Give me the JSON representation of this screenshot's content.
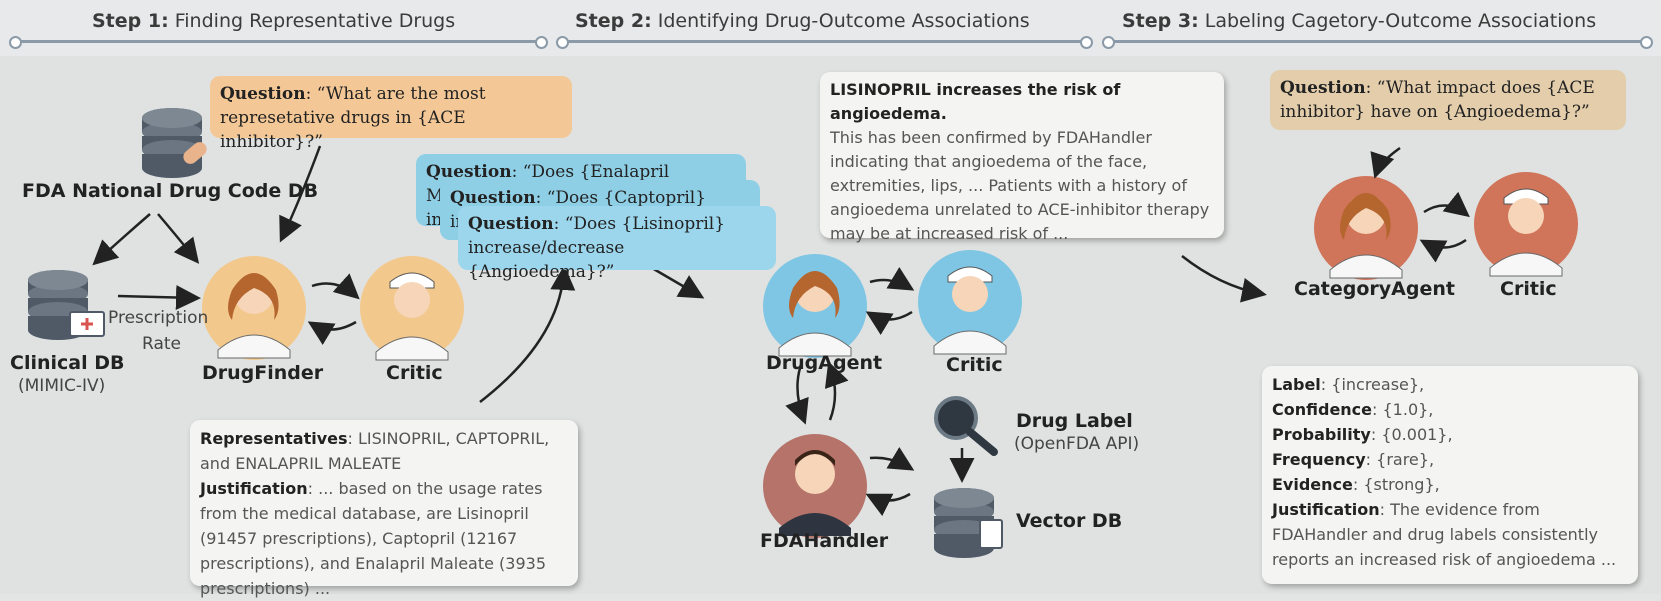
{
  "steps": [
    {
      "num": "Step 1:",
      "title": "Finding Representative Drugs"
    },
    {
      "num": "Step 2:",
      "title": "Identifying Drug-Outcome Associations"
    },
    {
      "num": "Step 3:",
      "title": "Labeling Cagetory-Outcome Associations"
    }
  ],
  "step1": {
    "question_label": "Question",
    "question_text": ": “What are the most represetative drugs in {ACE inhibitor}?”",
    "fda_db": "FDA National Drug Code DB",
    "clinical_db": "Clinical DB",
    "clinical_db_sub": "(MIMIC-IV)",
    "prescription": "Prescription",
    "rate": "Rate",
    "drugfinder": "DrugFinder",
    "critic": "Critic",
    "reps_label": "Representatives",
    "reps_text": ": LISINOPRIL, CAPTOPRIL, and ENALAPRIL MALEATE",
    "just_label": "Justification",
    "just_text": ": ... based on the usage rates from the medical database, are Lisinopril (91457 prescriptions), Captopril (12167 prescriptions), and Enalapril Maleate (3935 prescriptions) ..."
  },
  "step2": {
    "q_label": "Question",
    "q1_text": ": “Does {Enalapril Maleate}",
    "q2_text": ": “Does {Captopril}",
    "q3_text": ": “Does {Lisinopril}",
    "q3_line2": "increase/decrease {Angioedema}?”",
    "q_tail": "in",
    "answer_title": "LISINOPRIL increases the risk of angioedema.",
    "answer_text": "This has been confirmed by FDAHandler indicating that angioedema of the face, extremities, lips,  ...  Patients with a history of angioedema unrelated to ACE-inhibitor therapy may be at increased risk of ...",
    "drugagent": "DrugAgent",
    "critic": "Critic",
    "fdahandler": "FDAHandler",
    "drug_label": "Drug Label",
    "drug_label_sub": "(OpenFDA API)",
    "vector_db": "Vector DB"
  },
  "step3": {
    "question_label": "Question",
    "question_text": ": “What impact does {ACE inhibitor} have on {Angioedema}?”",
    "categoryagent": "CategoryAgent",
    "critic": "Critic",
    "fields": [
      {
        "k": "Label",
        "v": ": {increase},"
      },
      {
        "k": "Confidence",
        "v": ": {1.0},"
      },
      {
        "k": "Probability",
        "v": ": {0.001},"
      },
      {
        "k": "Frequency",
        "v": ": {rare},"
      },
      {
        "k": "Evidence",
        "v": ": {strong},"
      },
      {
        "k": "Justification",
        "v": ": The evidence from FDAHandler and drug labels consistently reports an increased risk of angioedema ..."
      }
    ]
  },
  "colors": {
    "orange": "#f4c896",
    "blue": "#8fcfe6",
    "tan": "#e3cdab",
    "avatar_orange": "#f3c88c",
    "avatar_blue": "#7fc6e4",
    "avatar_red": "#d0745a"
  }
}
